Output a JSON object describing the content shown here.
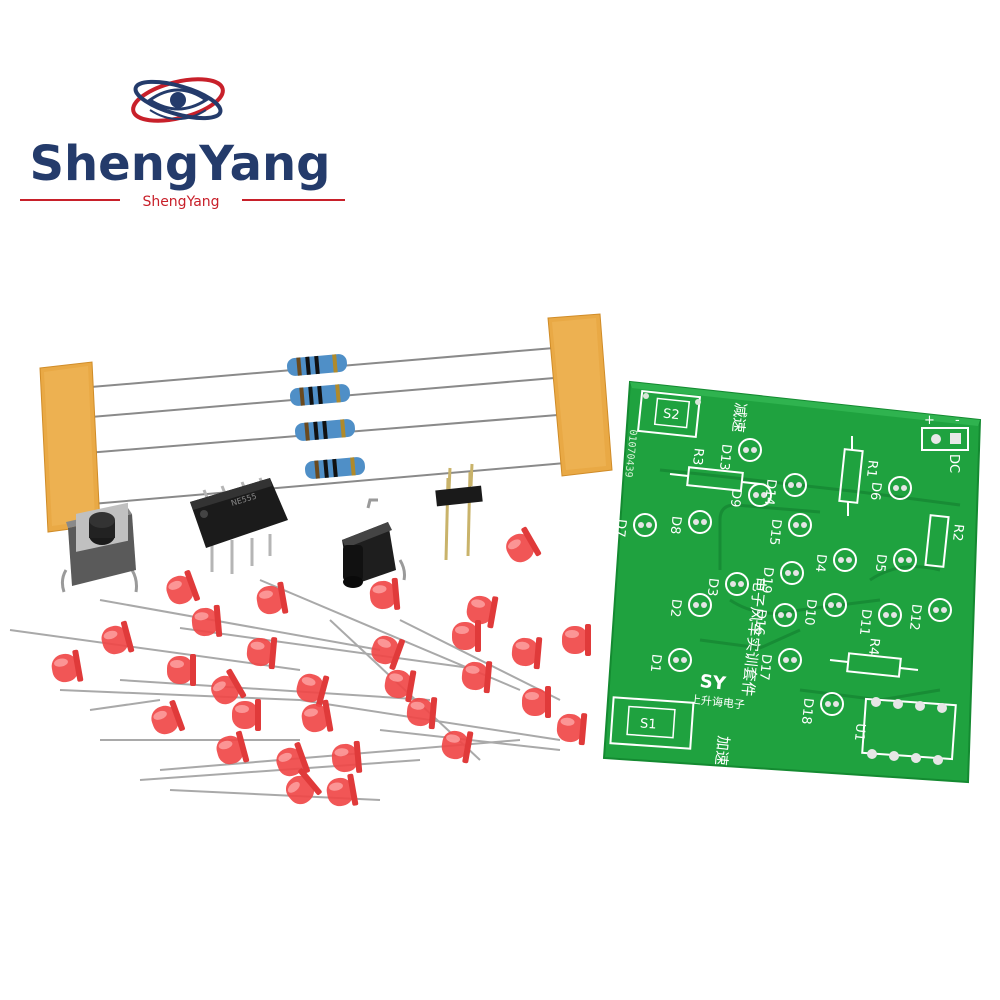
{
  "brand": {
    "name": "ShengYang",
    "sub": "ShengYang",
    "colors": {
      "navy": "#243b6b",
      "red": "#c8202a"
    }
  },
  "product": {
    "components": {
      "resistor_count": 4,
      "led_count": 30,
      "led_color": "#f04848",
      "ic": "NE555-style DIP8",
      "buttons": 2,
      "pin_header": "2-pin"
    },
    "pcb": {
      "color": "#1a9e3c",
      "serial": "01070439",
      "title_cn": "电子风车实训套件",
      "maker_logo": "SY",
      "maker_text": "上升诲电子",
      "button_s1_label": "S1",
      "button_s2_label": "S2",
      "accel_cn": "加速",
      "decel_cn": "减速",
      "dc_label": "DC",
      "plus": "+",
      "minus": "-",
      "resistors": [
        "R1",
        "R2",
        "R3",
        "R4"
      ],
      "ic_label": "U1",
      "leds": [
        "D1",
        "D2",
        "D3",
        "D4",
        "D5",
        "D6",
        "D7",
        "D8",
        "D9",
        "D10",
        "D11",
        "D12",
        "D13",
        "D14",
        "D15",
        "D16",
        "D17",
        "D18",
        "D19"
      ]
    }
  }
}
